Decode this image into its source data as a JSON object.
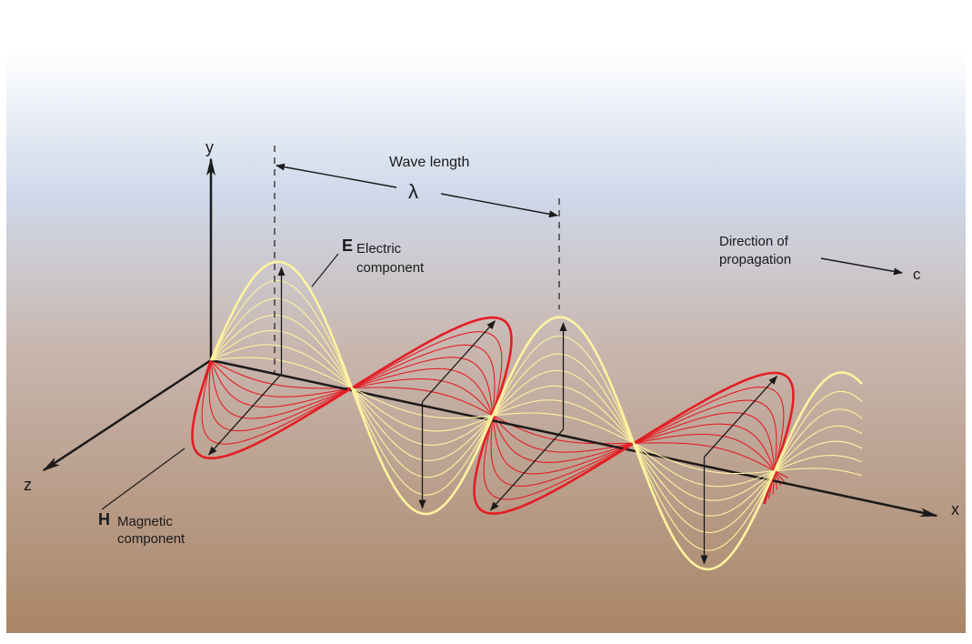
{
  "labels": {
    "y_axis": "y",
    "z_axis": "z",
    "x_axis": "x",
    "wave_length": "Wave length",
    "lambda": "λ",
    "e_symbol": "E",
    "e_line1": "Electric",
    "e_line2": "component",
    "h_symbol": "H",
    "h_line1": "Magnetic",
    "h_line2": "component",
    "direction_line1": "Direction of",
    "direction_line2": "propagation",
    "c_symbol": "c"
  },
  "colors": {
    "electric": "#fff3a0",
    "magnetic": "#e41d24",
    "axis": "#1a1a1a",
    "bg_top": "#ffffff",
    "bg_mid1": "#cfd9ea",
    "bg_mid2": "#c8b6ae",
    "bg_bottom": "#aa8566"
  }
}
